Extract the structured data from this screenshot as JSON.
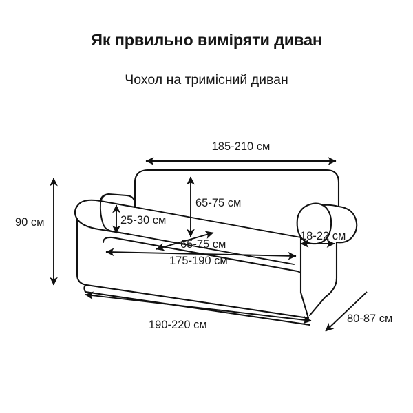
{
  "page": {
    "title": "Як првильно виміряти диван",
    "subtitle": "Чохол на тримісний диван",
    "background_color": "#ffffff",
    "line_color": "#111111",
    "text_color": "#1a1a1a"
  },
  "illustration": {
    "name": "three-seat-sofa-line-drawing",
    "description": "Line drawing of a three-seat sofa with rolled arms shown in perspective"
  },
  "measurements": [
    {
      "id": "backrest-width",
      "label": "185-210 см",
      "orientation": "horizontal",
      "position": "top"
    },
    {
      "id": "total-height",
      "label": "90 см",
      "orientation": "vertical",
      "position": "left"
    },
    {
      "id": "arm-height",
      "label": "25-30 см",
      "orientation": "vertical",
      "position": "left-inner"
    },
    {
      "id": "back-height",
      "label": "65-75 см",
      "orientation": "vertical",
      "position": "center"
    },
    {
      "id": "seat-depth",
      "label": "65-75 см",
      "orientation": "diagonal",
      "position": "seat"
    },
    {
      "id": "seat-width",
      "label": "175-190 см",
      "orientation": "horizontal",
      "position": "seat-front"
    },
    {
      "id": "arm-width",
      "label": "18-22 см",
      "orientation": "horizontal",
      "position": "right-arm"
    },
    {
      "id": "total-width",
      "label": "190-220 см",
      "orientation": "horizontal",
      "position": "bottom"
    },
    {
      "id": "total-depth",
      "label": "80-87 см",
      "orientation": "diagonal",
      "position": "bottom-right"
    }
  ]
}
